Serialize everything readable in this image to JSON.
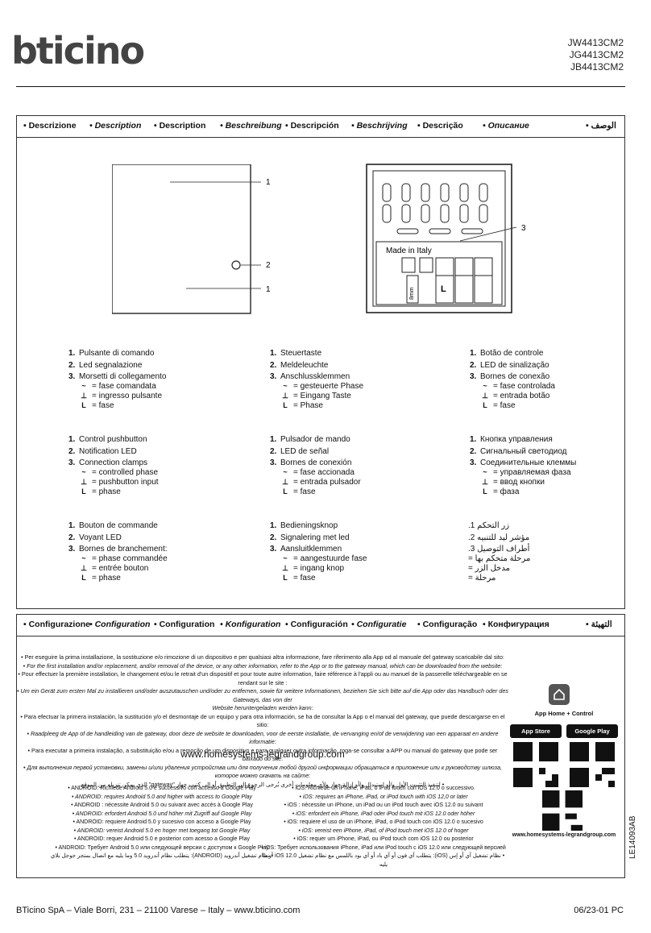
{
  "brand": {
    "logo_text": "bticino"
  },
  "codes": [
    "JW4413CM2",
    "JG4413CM2",
    "JB4413CM2"
  ],
  "description_header": [
    "• Descrizione",
    "• Description",
    "• Description",
    "• Beschreibung",
    "• Descripción",
    "• Beschrijving",
    "• Descrição",
    "• Описание",
    "• الوصف"
  ],
  "diagram": {
    "labels": [
      "1",
      "2",
      "1",
      "3"
    ],
    "made_in": "Made in Italy",
    "term_labels": [
      "L"
    ],
    "width_label": "8mm"
  },
  "legends": [
    {
      "items": [
        "Pulsante di comando",
        "Led segnalazione",
        "Morsetti di collegamento"
      ],
      "subs": [
        "= fase comandata",
        "= ingresso pulsante",
        "= fase"
      ]
    },
    {
      "items": [
        "Steuertaste",
        "Meldeleuchte",
        "Anschlussklemmen"
      ],
      "subs": [
        "= gesteuerte Phase",
        "= Eingang Taste",
        "= Phase"
      ]
    },
    {
      "items": [
        "Botão de controle",
        "LED de sinalização",
        "Bornes de conexão"
      ],
      "subs": [
        "= fase controlada",
        "= entrada botão",
        "= fase"
      ]
    },
    {
      "items": [
        "Control pushbutton",
        "Notification LED",
        "Connection clamps"
      ],
      "subs": [
        "= controlled phase",
        "= pushbutton input",
        "= phase"
      ]
    },
    {
      "items": [
        "Pulsador de mando",
        "LED de señal",
        "Bornes de conexión"
      ],
      "subs": [
        "= fase accionada",
        "= entrada pulsador",
        "= fase"
      ]
    },
    {
      "items": [
        "Кнопка управления",
        "Сигнальный светодиод",
        "Соединительные клеммы"
      ],
      "subs": [
        "= управляемая фаза",
        "= ввод кнопки",
        "= фаза"
      ]
    },
    {
      "items": [
        "Bouton de commande",
        "Voyant LED",
        "Bornes de branchement:"
      ],
      "subs": [
        "= phase commandée",
        "= entrée bouton",
        "= phase"
      ]
    },
    {
      "items": [
        "Bedieningsknop",
        "Signalering met led",
        "Aansluitklemmen"
      ],
      "subs": [
        "= aangestuurde fase",
        "= ingang knop",
        "= fase"
      ]
    },
    {
      "items": [
        "زر التحكم",
        "مؤشر ليد للتنبيه",
        "أطراف التوصيل"
      ],
      "subs": [
        "= مرحلة متحكم بها",
        "= مدخل الزر",
        "= مرحلة"
      ]
    }
  ],
  "config_header": [
    "• Configurazione",
    "• Configuration",
    "• Configuration",
    "• Konfiguration",
    "• Configuración",
    "• Configuratie",
    "• Configuração",
    "• Конфигурация",
    "• التهيئة"
  ],
  "config_lines": [
    "• Per eseguire la prima installazione, la sostituzione e/o rimozione di un dispositivo e per qualsiasi altra informazione, fare riferimento alla App od al manuale del gateway scaricabile dal sito:",
    "• For the first installation and/or replacement, and/or removal of the device, or any other information, refer to the App or to the gateway manual, which can be downloaded from the website:",
    "• Pour effectuer la première installation, le changement et/ou le retrait d'un dispositif et pour toute autre information, faire référence à l'appli ou au manuel de la passerelle téléchargeable en se rendant sur le site :",
    "• Um ein Gerät zum ersten Mal zu installieren und/oder auszutauschen und/oder zu entfernen, sowie für weitere Informationen, beziehen Sie sich bitte auf die App oder das Handbuch oder des Gateways, das von der",
    "Website heruntergeladen werden kann:",
    "• Para efectuar la primera instalación, la sustitución y/o el desmontaje de un equipo y para otra información, se ha de consultar la App o el manual del gateway, que puede descargarse en el sitio:",
    "• Raadpleeg de App of de handleiding van de gateway, door deze de website te downloaden, voor de eerste installatie, de vervanging en/of de verwijdering van een apparaat en andere informatie:",
    "• Para executar a primeira instalação, a substituição e/ou a remoção de um dispositivo e para qualquer outra informação, roga-se consultar a APP ou manual do gateway que pode ser baixado do site:",
    "• Для выполнения первой установки, замены и/или удаления устройства или для получения любой другой информации обращаться в приложение или к руководству шлюза, которое можно скачать на сайте:",
    "• لتنفيذ التثبيت الأول و/أو استبدال و/أو إزالة جهاز ولأي معلومات أخرى يُرجى الرجوع إلى التطبيق أو إلى كتيب جهاز \"gateway\" الذي يمكن تنزيله من الموقع"
  ],
  "config_italic": [
    false,
    true,
    false,
    true,
    false,
    true,
    false,
    true,
    false,
    false
  ],
  "url": "www.homesystems-legrandgroup.com",
  "app": {
    "title": "App Home + Control",
    "app_store": "App Store",
    "google_play": "Google Play",
    "url": "www.homesystems-legrandgroup.com"
  },
  "android": [
    "• ANDROID: Richiede Android 5.0 e successivo con accesso a Google Play",
    "• ANDROID: requires Android 5.0 and higher with access to Google Play",
    "• ANDROID : nécessite Android 5.0 ou suivant avec accès à Google Play",
    "• ANDROID: erfordert Android 5.0 und höher mit Zugriff auf Google Play",
    "• ANDROID: requiere Android 5.0 y sucesivo con acceso a Google Play",
    "• ANDROID: vereist Android 5.0 en hoger met toegang tot Google Play",
    "• ANDROID: requer Android 5.0 e posterior com acesso a Google Play",
    "• ANDROID: Требует Android 5.0 или следующей версии с доступом к Google Play",
    "• نظام تشغيل أندرويد (ANDROID): يتطلب نظام أندرويد 5.0 وما يليه مع اتصال بمتجر جوجل بلاي"
  ],
  "ios": [
    "• iOS: Richiede un iPhone, iPad, o iPod touch con iOS 12.0 o successivo.",
    "• iOS: requires an iPhone, iPad, or iPod touch with iOS 12,0 or later",
    "• iOS : nécessite un iPhone, un iPad ou un iPod touch avec iOS 12.0 ou suivant",
    "• iOS: erfordert ein iPhone, iPad oder iPod touch mit iOS 12.0 oder höher",
    "• iOS: requiere el uso de un iPhone, iPad, o iPod touch con iOS 12.0 o sucesivo",
    "• iOS: vereist een iPhone, iPad, of iPod touch met iOS 12.0 of hoger",
    "• iOS: requer um iPhone, iPad, ou iPod touch com iOS 12.0 ou posterior",
    "• iOS: Требует использования iPhone, iPad или iPod touch с iOS 12.0 или следующей версией",
    "• نظام تشغيل آي أو إس (iOS): يتطلب آي فون أو آي باد أو آي بود باللمس مع نظام تشغيل iOS 12.0 أو ما يليه"
  ],
  "footer": {
    "left": "BTicino SpA – Viale Borri, 231 – 21100 Varese – Italy – www.bticino.com",
    "right": "06/23-01 PC",
    "doc_code": "LE14093AB"
  }
}
